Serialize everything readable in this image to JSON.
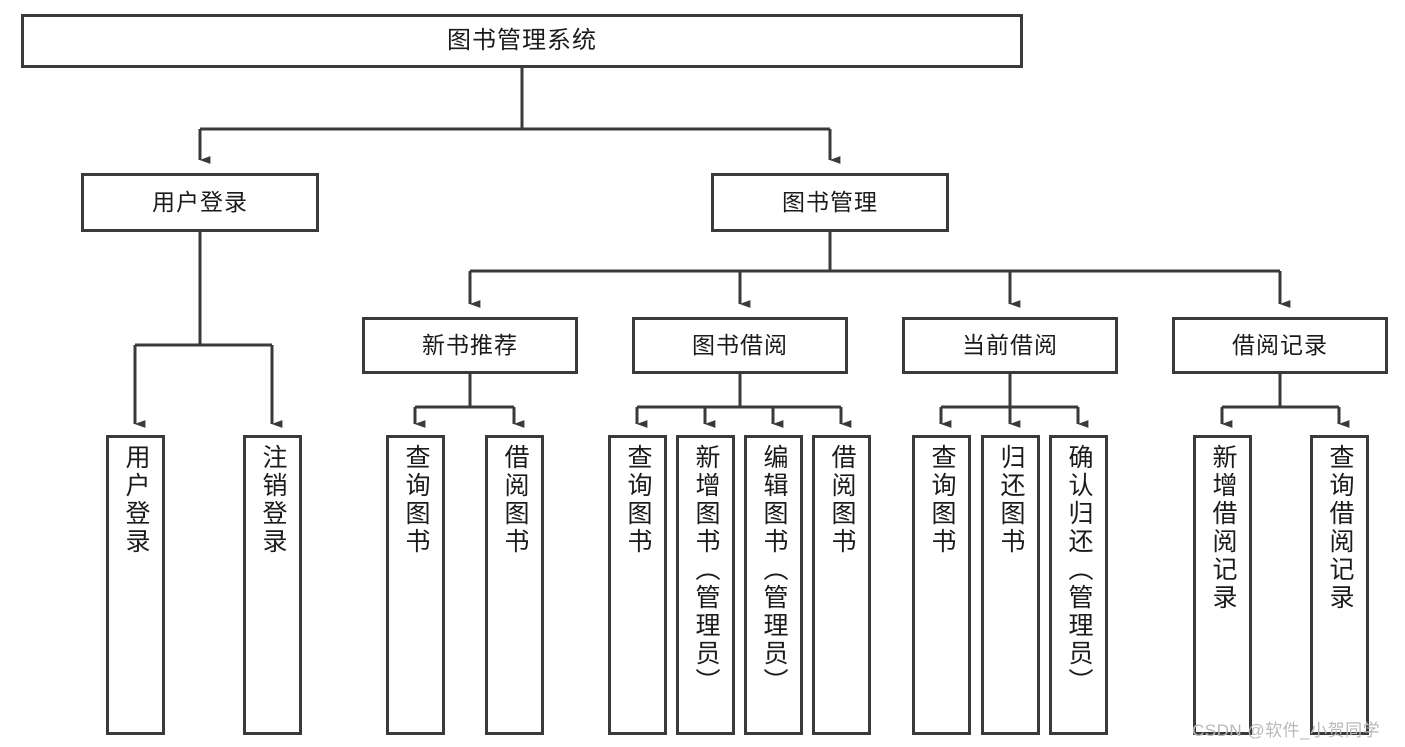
{
  "diagram": {
    "type": "tree-hierarchy",
    "title": "图书管理系统",
    "orientation": "top-down",
    "colors": {
      "box_border": "#3a3a3a",
      "box_fill": "#ffffff",
      "connector": "#3a3a3a",
      "text": "#1b1b1b",
      "watermark": "#b9b9b9"
    },
    "levels": {
      "level1": [
        "图书管理系统"
      ],
      "level2": [
        "用户登录",
        "图书管理"
      ],
      "level3": [
        "新书推荐",
        "图书借阅",
        "当前借阅",
        "借阅记录"
      ],
      "level4": [
        "用户登录",
        "注销登录",
        "查询图书",
        "借阅图书",
        "查询图书",
        "新增图书（管理员）",
        "编辑图书（管理员）",
        "借阅图书",
        "查询图书",
        "归还图书",
        "确认归还（管理员）",
        "新增借阅记录",
        "查询借阅记录"
      ]
    }
  },
  "nodes": {
    "root": {
      "label": "图书管理系统"
    },
    "user_login": {
      "label": "用户登录"
    },
    "book_manage": {
      "label": "图书管理"
    },
    "new_book_rec": {
      "label": "新书推荐"
    },
    "book_borrow": {
      "label": "图书借阅"
    },
    "current_borrow": {
      "label": "当前借阅"
    },
    "borrow_record": {
      "label": "借阅记录"
    },
    "leaf_user_login": {
      "label": "用户登录"
    },
    "leaf_logout": {
      "label": "注销登录"
    },
    "leaf_query_book_1": {
      "label": "查询图书"
    },
    "leaf_borrow_book_1": {
      "label": "借阅图书"
    },
    "leaf_query_book_2": {
      "label": "查询图书"
    },
    "leaf_add_book": {
      "label": "新增图书（管理员）"
    },
    "leaf_edit_book": {
      "label": "编辑图书（管理员）"
    },
    "leaf_borrow_book_2": {
      "label": "借阅图书"
    },
    "leaf_query_book_3": {
      "label": "查询图书"
    },
    "leaf_return_book": {
      "label": "归还图书"
    },
    "leaf_confirm_return": {
      "label": "确认归还（管理员）"
    },
    "leaf_add_record": {
      "label": "新增借阅记录"
    },
    "leaf_query_record": {
      "label": "查询借阅记录"
    }
  },
  "watermark": {
    "text": "CSDN @软件_小贺同学"
  }
}
